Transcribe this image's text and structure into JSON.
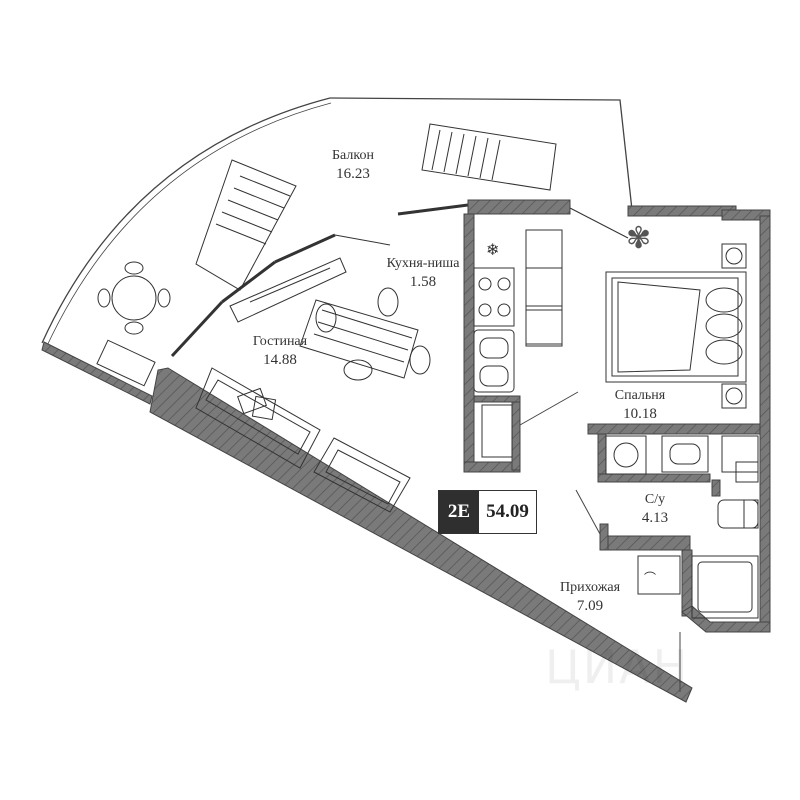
{
  "rooms": [
    {
      "name": "Балкон",
      "area": "16.23"
    },
    {
      "name": "Кухня-ниша",
      "area": "1.58"
    },
    {
      "name": "Гостиная",
      "area": "14.88"
    },
    {
      "name": "Спальня",
      "area": "10.18"
    },
    {
      "name": "С/у",
      "area": "4.13"
    },
    {
      "name": "Прихожая",
      "area": "7.09"
    }
  ],
  "badge": {
    "type": "2E",
    "total_area": "54.09"
  },
  "watermark": "ЦИАН",
  "colors": {
    "wall": "#7a7a7a",
    "line": "#333333",
    "badge_bg": "#2f2f2f"
  }
}
